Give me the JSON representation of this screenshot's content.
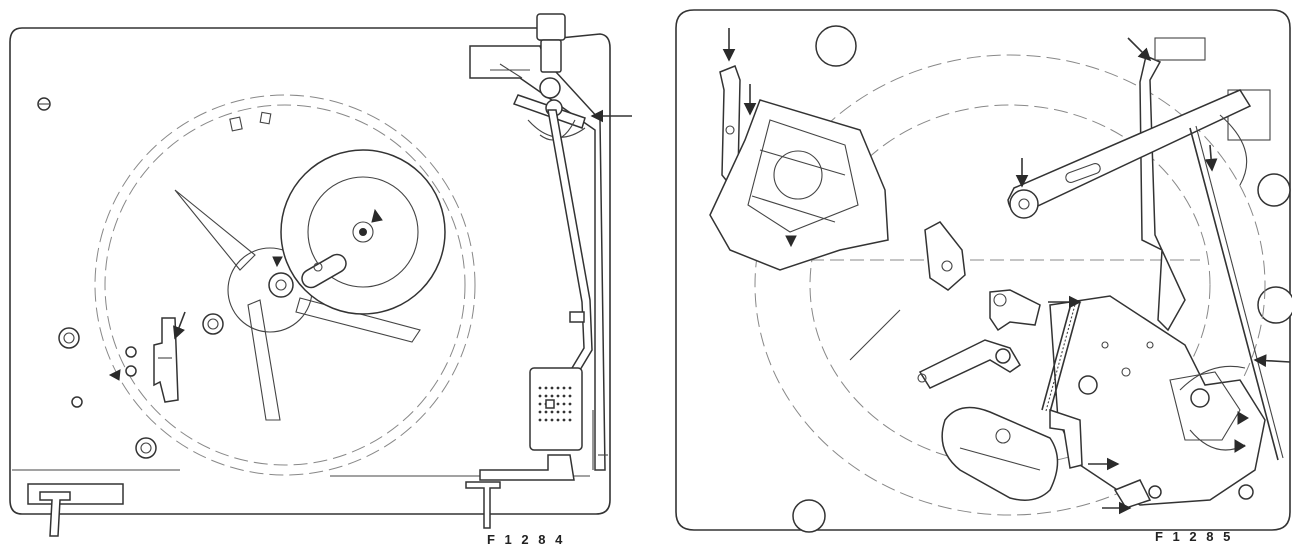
{
  "figures": [
    {
      "id": "left",
      "label": "F 1 2 8 4",
      "subject": "turntable top view"
    },
    {
      "id": "right",
      "label": "F 1 2 8 5",
      "subject": "turntable underside mechanism"
    }
  ],
  "colors": {
    "ink": "#2a2a2a",
    "paper": "#ffffff",
    "guide": "#888888"
  }
}
